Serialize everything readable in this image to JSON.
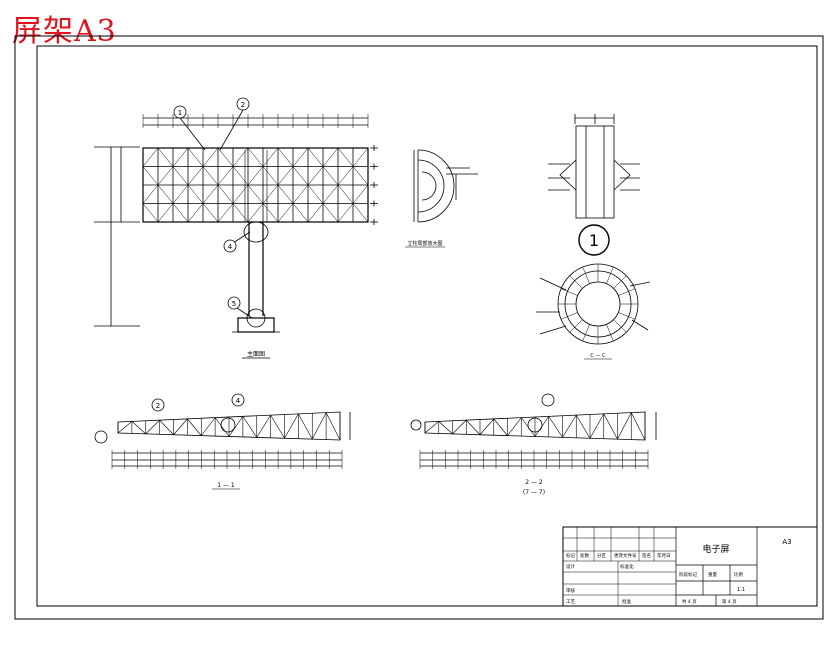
{
  "overlay_title": "屏架A3",
  "views": {
    "front_elevation": {
      "caption": "主面图"
    },
    "column_detail": {
      "caption": "立柱局部放大图"
    },
    "node": {
      "number": "1"
    },
    "section_ring": {
      "caption": "C — C"
    },
    "section_1": {
      "caption": "1 — 1"
    },
    "section_2": {
      "caption": "2 — 2",
      "subcaption": "(7 — 7)"
    }
  },
  "callouts": [
    "1",
    "2",
    "4",
    "5",
    "2",
    "4"
  ],
  "title_block": {
    "project_name": "电子屏",
    "sheet_size": "A3",
    "header_row": [
      "标记",
      "处数",
      "分区",
      "更改文件号",
      "签名",
      "年月日"
    ],
    "design": "设计",
    "standardization": "标准化",
    "review": "审核",
    "process": "工艺",
    "approve": "批准",
    "stage_mark": "阶段标记",
    "weight": "重量",
    "scale": "比例",
    "scale_value": "1:1",
    "sheets_total": "共 4 页",
    "sheet_no": "第 4 页"
  }
}
